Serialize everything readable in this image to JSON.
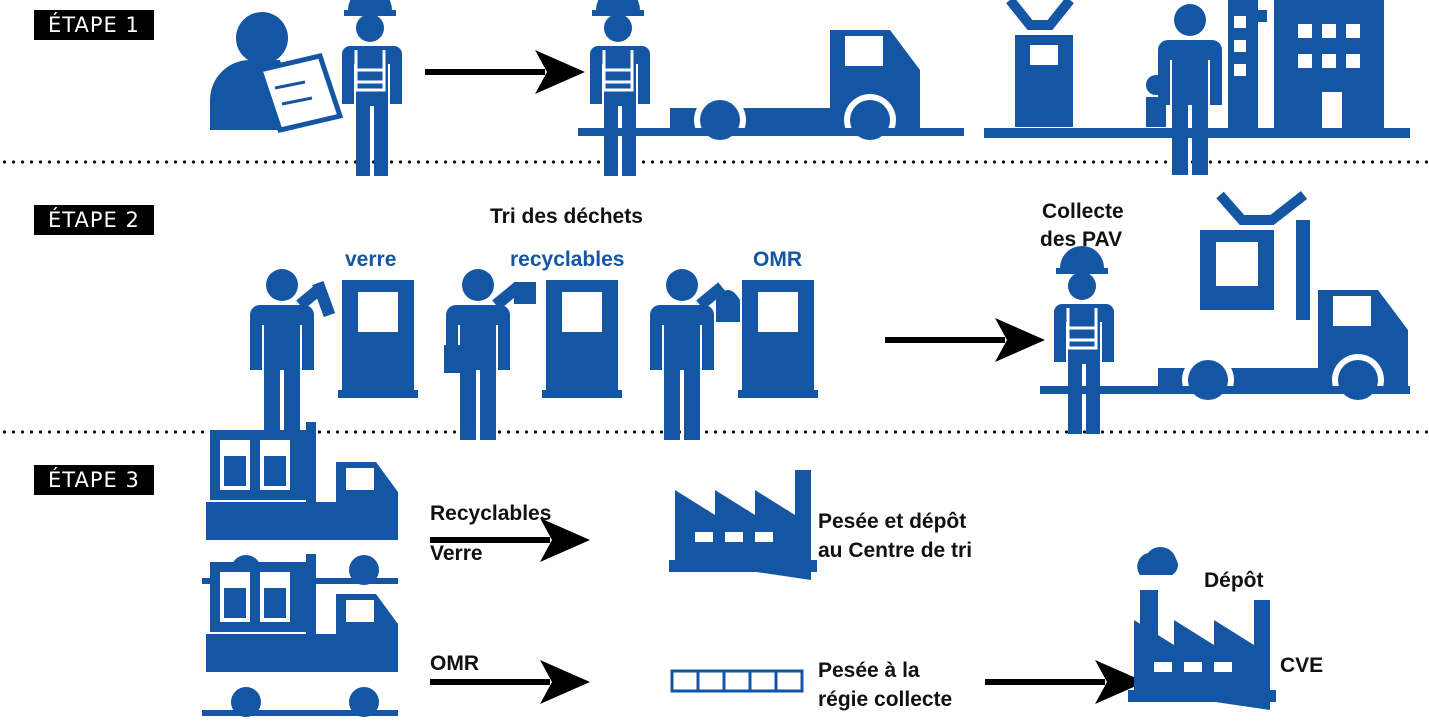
{
  "steps": {
    "step1": "ÉTAPE 1",
    "step2": "ÉTAPE 2",
    "step3": "ÉTAPE 3"
  },
  "step2": {
    "sort_title": "Tri des déchets",
    "bin_verre": "verre",
    "bin_recyclables": "recyclables",
    "bin_omr": "OMR",
    "collect_line1": "Collecte",
    "collect_line2": "des PAV"
  },
  "step3": {
    "row1_label1": "Recyclables",
    "row1_label2": "Verre",
    "row1_dest_line1": "Pesée et dépôt",
    "row1_dest_line2": "au Centre de tri",
    "row2_label": "OMR",
    "row2_weigh_line1": "Pesée à la",
    "row2_weigh_line2": "régie collecte",
    "final_label1": "Dépôt",
    "final_label2": "CVE"
  },
  "colors": {
    "accent": "#1455a4",
    "text": "#111111",
    "tag_bg": "#000000"
  }
}
